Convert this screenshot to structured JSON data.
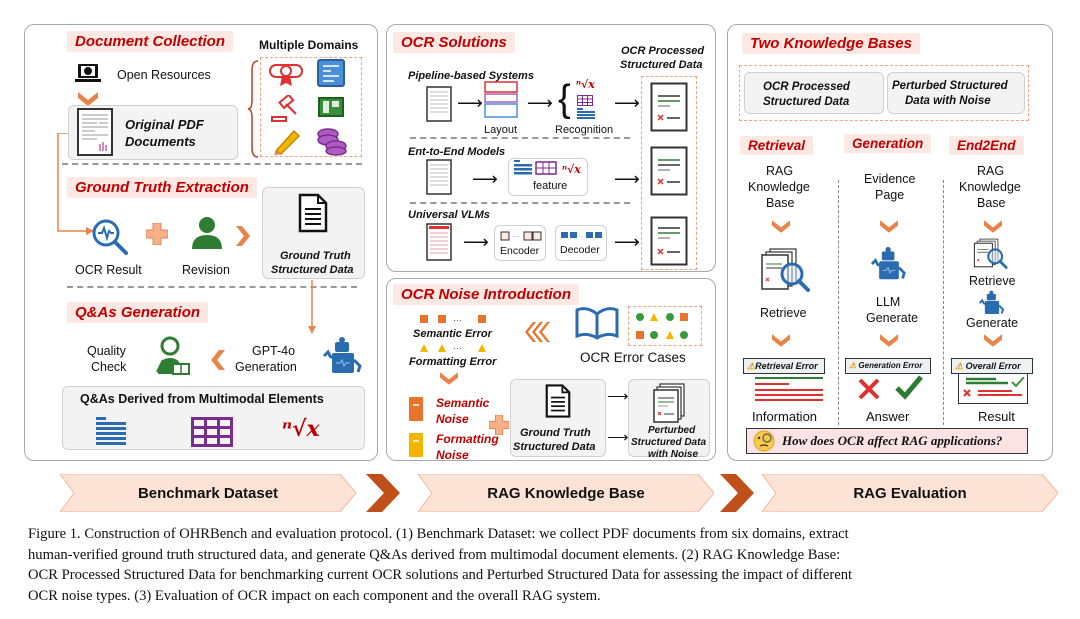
{
  "figure": {
    "panels": {
      "benchmark": {
        "document_collection": "Document Collection",
        "multiple_domains": "Multiple Domains",
        "open_resources": "Open Resources",
        "original_pdf": [
          "Original PDF",
          "Documents"
        ],
        "ground_truth_extraction": "Ground Truth Extraction",
        "ocr_result": "OCR Result",
        "revision": "Revision",
        "gt_structured": [
          "Ground Truth",
          "Structured Data"
        ],
        "qa_generation": "Q&As Generation",
        "quality_check": [
          "Quality",
          "Check"
        ],
        "gpt_generation": [
          "GPT-4o",
          "Generation"
        ],
        "qa_derived": "Q&As Derived from Multimodal Elements",
        "nth_root": "ⁿ√x"
      },
      "ocr": {
        "ocr_solutions": "OCR Solutions",
        "ocr_processed": [
          "OCR Processed",
          "Structured Data"
        ],
        "pipeline": "Pipeline-based Systems",
        "layout": "Layout",
        "recognition": "Recognition",
        "end_to_end": "Ent-to-End Models",
        "feature": "feature",
        "universal_vlms": "Universal VLMs",
        "encoder": "Encoder",
        "decoder": "Decoder"
      },
      "noise": {
        "title": "OCR Noise Introduction",
        "semantic_error": "Semantic Error",
        "formatting_error": "Formatting Error",
        "ocr_error_cases": "OCR Error Cases",
        "semantic_noise": [
          "Semantic",
          "Noise"
        ],
        "formatting_noise": [
          "Formatting",
          "Noise"
        ],
        "gt_structured": [
          "Ground Truth",
          "Structured Data"
        ],
        "perturbed": [
          "Perturbed",
          "Structured Data",
          "with Noise"
        ],
        "ellipsis": "···"
      },
      "evaluation": {
        "two_kb": "Two Knowledge Bases",
        "kb1": [
          "OCR Processed",
          "Structured Data"
        ],
        "kb2": [
          "Perturbed Structured",
          "Data with Noise"
        ],
        "columns": [
          {
            "title": "Retrieval",
            "input": [
              "RAG",
              "Knowledge",
              "Base"
            ],
            "action": "Retrieve",
            "error": "Retrieval Error",
            "output": "Information"
          },
          {
            "title": "Generation",
            "input": [
              "Evidence",
              "Page"
            ],
            "action": [
              "LLM",
              "Generate"
            ],
            "error": "Generation Error",
            "output": "Answer"
          },
          {
            "title": "End2End",
            "input": [
              "RAG",
              "Knowledge",
              "Base"
            ],
            "action": [
              "Retrieve",
              "Generate"
            ],
            "error": "Overall Error",
            "output": "Result"
          }
        ],
        "question": "How does OCR affect RAG applications?"
      }
    },
    "stages": [
      "Benchmark Dataset",
      "RAG Knowledge Base",
      "RAG Evaluation"
    ],
    "caption": [
      "Figure 1. Construction of OHRBench and evaluation protocol. (1) Benchmark Dataset: we collect PDF documents from six domains, extract",
      "human-verified ground truth structured data, and generate Q&As derived from multimodal document elements. (2) RAG Knowledge Base:",
      "OCR Processed Structured Data for benchmarking current OCR solutions and Perturbed Structured Data for assessing the impact of different",
      "OCR noise types. (3) Evaluation of OCR impact on each component and the overall RAG system."
    ],
    "colors": {
      "title_red": "#c00000",
      "title_bg": "#fde8e4",
      "orange": "#e8844a",
      "stage_dark": "#c0501a",
      "blue": "#2b6cb0",
      "green": "#2e7d32",
      "purple": "#7b2d8e"
    }
  }
}
